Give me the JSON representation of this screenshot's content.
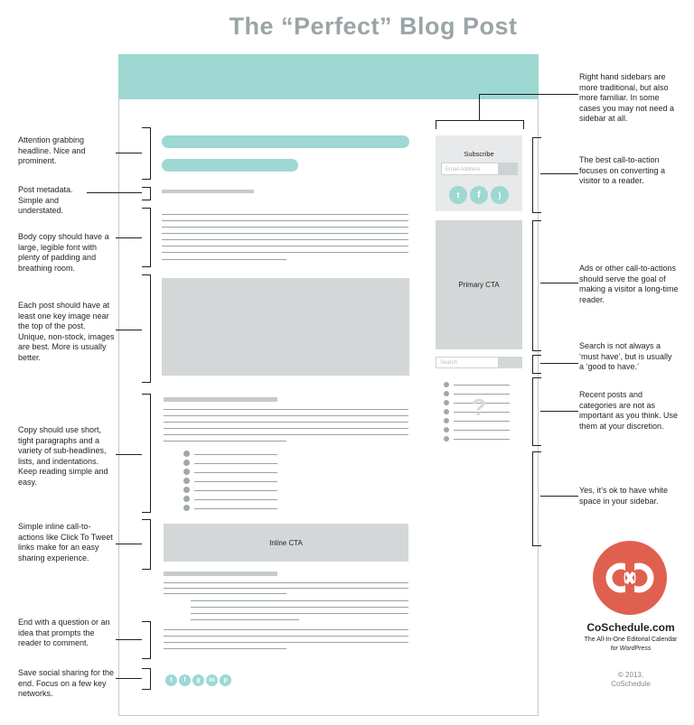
{
  "title": "The “Perfect” Blog Post",
  "sidebar": {
    "subscribe_label": "Subscribe",
    "email_placeholder": "Email Address",
    "primary_cta": "Primary CTA",
    "search_placeholder": "Search",
    "question_mark": "?"
  },
  "post": {
    "inline_cta": "Inline CTA"
  },
  "notes_left": [
    "Attention grabbing headline. Nice and prominent.",
    "Post metadata. Simple and understated.",
    "Body copy should have a large, legible font with plenty of padding and breathing room.",
    "Each post should have at least one key image near the top of the post. Unique, non-stock, images are best. More is usually better.",
    "Copy should use short, tight paragraphs and a variety of sub-headlines, lists, and indentations. Keep reading simple and easy.",
    "Simple inline call-to-actions like Click To Tweet links make for an easy sharing experience.",
    "End with a question or an idea that prompts the reader to comment.",
    "Save social sharing for the end. Focus on a few key networks."
  ],
  "notes_right": [
    "Right hand sidebars are more traditional, but also more familiar. In some cases you may not need a sidebar at all.",
    "The best call-to-action focuses on converting a visitor to a reader.",
    "Ads or other call-to-actions should serve the goal of making a visitor a long-time reader.",
    "Search is not always a ‘must have’, but is usually a ‘good to have.’",
    "Recent posts and categories are not as important as you think. Use them at your discretion.",
    "Yes, it’s ok to have white space in your sidebar."
  ],
  "brand": {
    "logo_text": "CoSchedule",
    "name": "CoSchedule.com",
    "tagline": "The All-In-One Editorial Calendar",
    "tagline2": "for WordPress",
    "copyright": "© 2013,",
    "copyright2": "CoSchedule"
  },
  "colors": {
    "accent_teal": "#9dd8d3",
    "brand_red": "#e0604f",
    "gray_block": "#d3d7d8"
  },
  "icons": [
    "twitter-icon",
    "facebook-icon",
    "rss-icon",
    "google-plus-icon",
    "linkedin-icon",
    "pinterest-icon"
  ]
}
